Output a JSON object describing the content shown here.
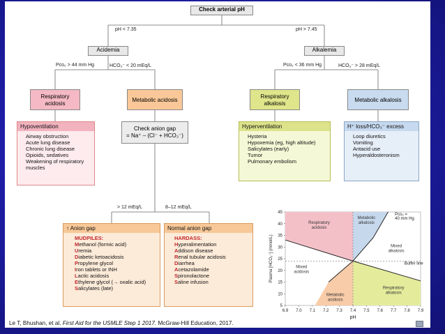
{
  "diagram": {
    "root": "Check arterial pH",
    "ph_low": "pH < 7.35",
    "ph_high": "pH > 7.45",
    "acidemia": "Acidemia",
    "alkalemia": "Alkalemia",
    "pco2_high": "Pco₂ > 44 mm Hg",
    "hco3_low": "HCO₃⁻ < 20 mEq/L",
    "pco2_low": "Pco₂ < 36 mm Hg",
    "hco3_high": "HCO₃⁻ > 28 mEq/L",
    "resp_acidosis_title": "Respiratory acidosis",
    "metabolic_acidosis_title": "Metabolic acidosis",
    "resp_alkalosis_title": "Respiratory alkalosis",
    "metabolic_alkalosis_title": "Metabolic alkalosis",
    "hypoventilation": {
      "header": "Hypoventilation",
      "items": [
        "Airway obstruction",
        "Acute lung disease",
        "Chronic lung disease",
        "Opioids, sedatives",
        "Weakening of respiratory",
        "muscles"
      ]
    },
    "anion_gap_check": {
      "line1": "Check anion gap",
      "line2": "= Na⁺ – (Cl⁻ + HCO₃⁻)"
    },
    "hyperventilation": {
      "header": "Hyperventilation",
      "items": [
        "Hysteria",
        "Hypoxemia (eg, high altitude)",
        "Salicylates (early)",
        "Tumor",
        "Pulmonary embolism"
      ]
    },
    "metabolic_alkalosis_box": {
      "header": "H⁺ loss/HCO₃⁻ excess",
      "items": [
        "Loop diuretics",
        "Vomiting",
        "Antacid use",
        "Hyperaldosteronism"
      ]
    },
    "gap_high": "> 12 mEq/L",
    "gap_normal": "8–12 mEq/L",
    "increased_gap": {
      "header": "↑ Anion gap",
      "mnemonic": "MUDPILES:",
      "items": [
        {
          "letter": "M",
          "rest": "ethanol (formic acid)"
        },
        {
          "letter": "U",
          "rest": "remia"
        },
        {
          "letter": "D",
          "rest": "iabetic ketoacidosis"
        },
        {
          "letter": "P",
          "rest": "ropylene glycol"
        },
        {
          "letter": "I",
          "rest": "ron tablets or INH"
        },
        {
          "letter": "L",
          "rest": "actic acidosis"
        },
        {
          "letter": "E",
          "rest": "thylene glycol (→ oxalic acid)"
        },
        {
          "letter": "S",
          "rest": "alicylates (late)"
        }
      ]
    },
    "normal_gap": {
      "header": "Normal anion gap",
      "mnemonic": "HARDASS:",
      "items": [
        {
          "letter": "H",
          "rest": "yperalimentation"
        },
        {
          "letter": "A",
          "rest": "ddison disease"
        },
        {
          "letter": "R",
          "rest": "enal tubular acidosis"
        },
        {
          "letter": "D",
          "rest": "iarrhea"
        },
        {
          "letter": "A",
          "rest": "cetazolamide"
        },
        {
          "letter": "S",
          "rest": "pironolactone"
        },
        {
          "letter": "S",
          "rest": "aline infusion"
        }
      ]
    }
  },
  "chart_data": {
    "type": "area",
    "xlabel": "pH",
    "ylabel": "Plasma [HCO₃⁻] (mmol/L)",
    "xlim": [
      6.9,
      7.9
    ],
    "ylim": [
      5,
      45
    ],
    "x_ticks": [
      "6.9",
      "7.0",
      "7.1",
      "7.2",
      "7.3",
      "7.4",
      "7.5",
      "7.6",
      "7.7",
      "7.8",
      "7.9"
    ],
    "y_ticks": [
      "5",
      "10",
      "15",
      "20",
      "25",
      "30",
      "35",
      "40",
      "45"
    ],
    "regions": [
      {
        "name": "Respiratory acidosis",
        "color": "#f4c0c8"
      },
      {
        "name": "Metabolic alkalosis",
        "color": "#c6d8ec"
      },
      {
        "name": "Mixed alkalosis",
        "color": "#ffffff"
      },
      {
        "name": "Mixed acidosis",
        "color": "#ffffff"
      },
      {
        "name": "Metabolic acidosis",
        "color": "#f8cca8"
      },
      {
        "name": "Respiratory alkalosis",
        "color": "#e4ec9c"
      }
    ],
    "isobar_label": "Pco₂ = 40 mm Hg",
    "buffer_label": "Buffer line",
    "buffer_line": [
      [
        6.9,
        33
      ],
      [
        7.4,
        24
      ],
      [
        7.9,
        15.5
      ]
    ],
    "pco2_curve": [
      [
        7.22,
        15
      ],
      [
        7.4,
        24
      ],
      [
        7.55,
        34
      ],
      [
        7.66,
        45
      ]
    ],
    "reference_lines": {
      "ph": 7.4,
      "hco3": 24
    }
  },
  "citation": {
    "pre": "Le T, Bhushan, et al. ",
    "title": "First Aid for the USMLE Step 1 2017.",
    "post": " McGraw-Hill Education, 2017."
  }
}
